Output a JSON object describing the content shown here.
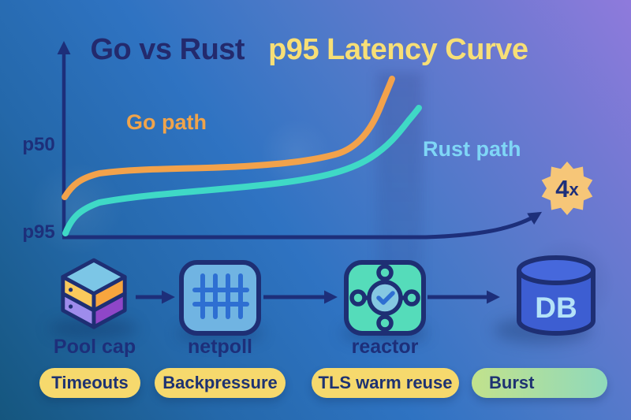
{
  "title": {
    "left": "Go vs Rust",
    "right": "p95 Latency Curve"
  },
  "chart": {
    "y_axis": {
      "upper_label": "p50",
      "lower_label": "p95"
    },
    "go_curve": {
      "label": "Go path",
      "color": "#f2a24b"
    },
    "rust_curve": {
      "label": "Rust path",
      "color": "#3fd9c6",
      "label_color": "#7fd6f6"
    },
    "badge": {
      "value": "4",
      "suffix": "x",
      "full": "4x",
      "fill": "#f6c678"
    }
  },
  "flow": {
    "nodes": [
      {
        "label": "Pool cap",
        "icon": "server-stack-icon"
      },
      {
        "label": "netpoll",
        "icon": "grid-icon"
      },
      {
        "label": "reactor",
        "icon": "hub-check-icon"
      },
      {
        "label": "DB",
        "icon": "database-cylinder-icon",
        "label_position": "inside"
      }
    ]
  },
  "tags": [
    {
      "label": "Timeouts",
      "variant": "yellow"
    },
    {
      "label": "Backpressure",
      "variant": "yellow"
    },
    {
      "label": "TLS warm reuse",
      "variant": "yellow"
    },
    {
      "label": "Burst",
      "variant": "green"
    }
  ],
  "colors": {
    "navy": "#1d2f7a",
    "title_navy": "#232a6d",
    "title_yellow": "#f7df76",
    "pill_yellow": "#f6d96d",
    "pill_green_start": "#c2e28c",
    "pill_green_end": "#8fd9bb",
    "bg_top_right": "#8f7adc",
    "bg_mid": "#2f73c2",
    "bg_bottom_left": "#15567e"
  }
}
